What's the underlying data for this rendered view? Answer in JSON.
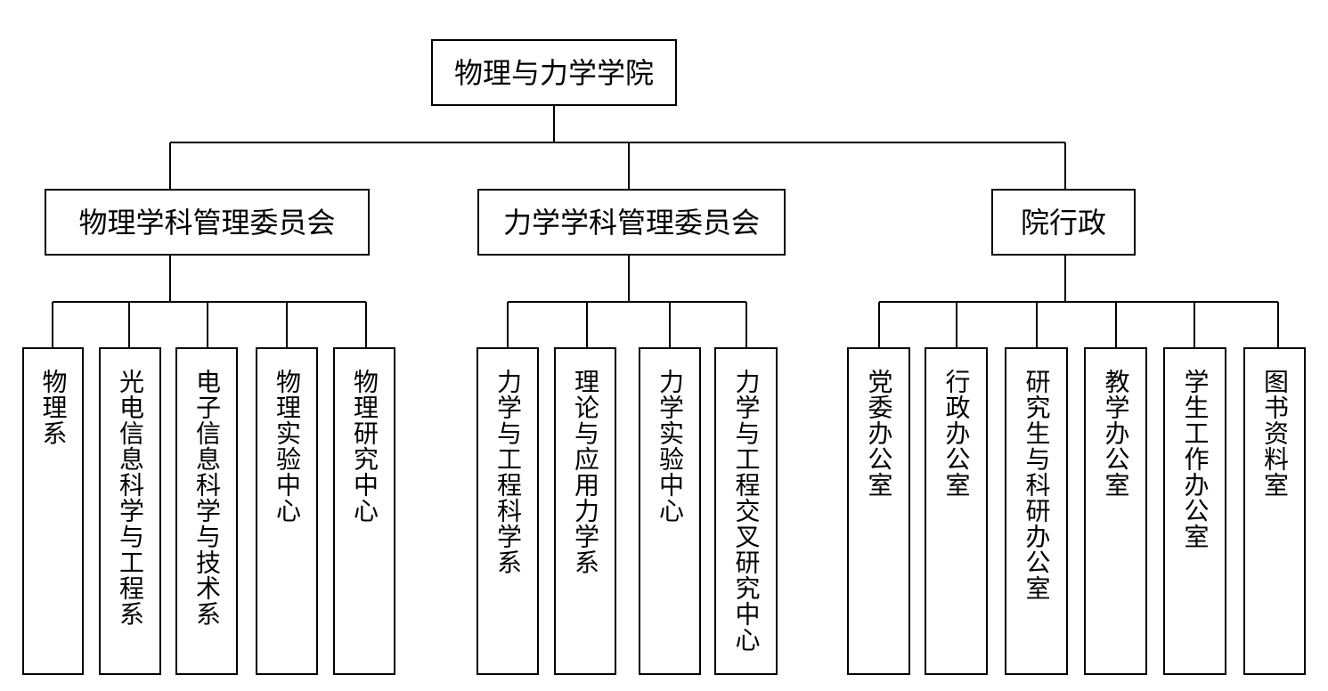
{
  "root": {
    "label": "物理与力学学院"
  },
  "branches": [
    {
      "label": "物理学科管理委员会",
      "children": [
        "物理系",
        "光电信息科学与工程系",
        "电子信息科学与技术系",
        "物理实验中心",
        "物理研究中心"
      ]
    },
    {
      "label": "力学学科管理委员会",
      "children": [
        "力学与工程科学系",
        "理论与应用力学系",
        "力学实验中心",
        "力学与工程交叉研究中心"
      ]
    },
    {
      "label": "院行政",
      "children": [
        "党委办公室",
        "行政办公室",
        "研究生与科研办公室",
        "教学办公室",
        "学生工作办公室",
        "图书资料室"
      ]
    }
  ]
}
